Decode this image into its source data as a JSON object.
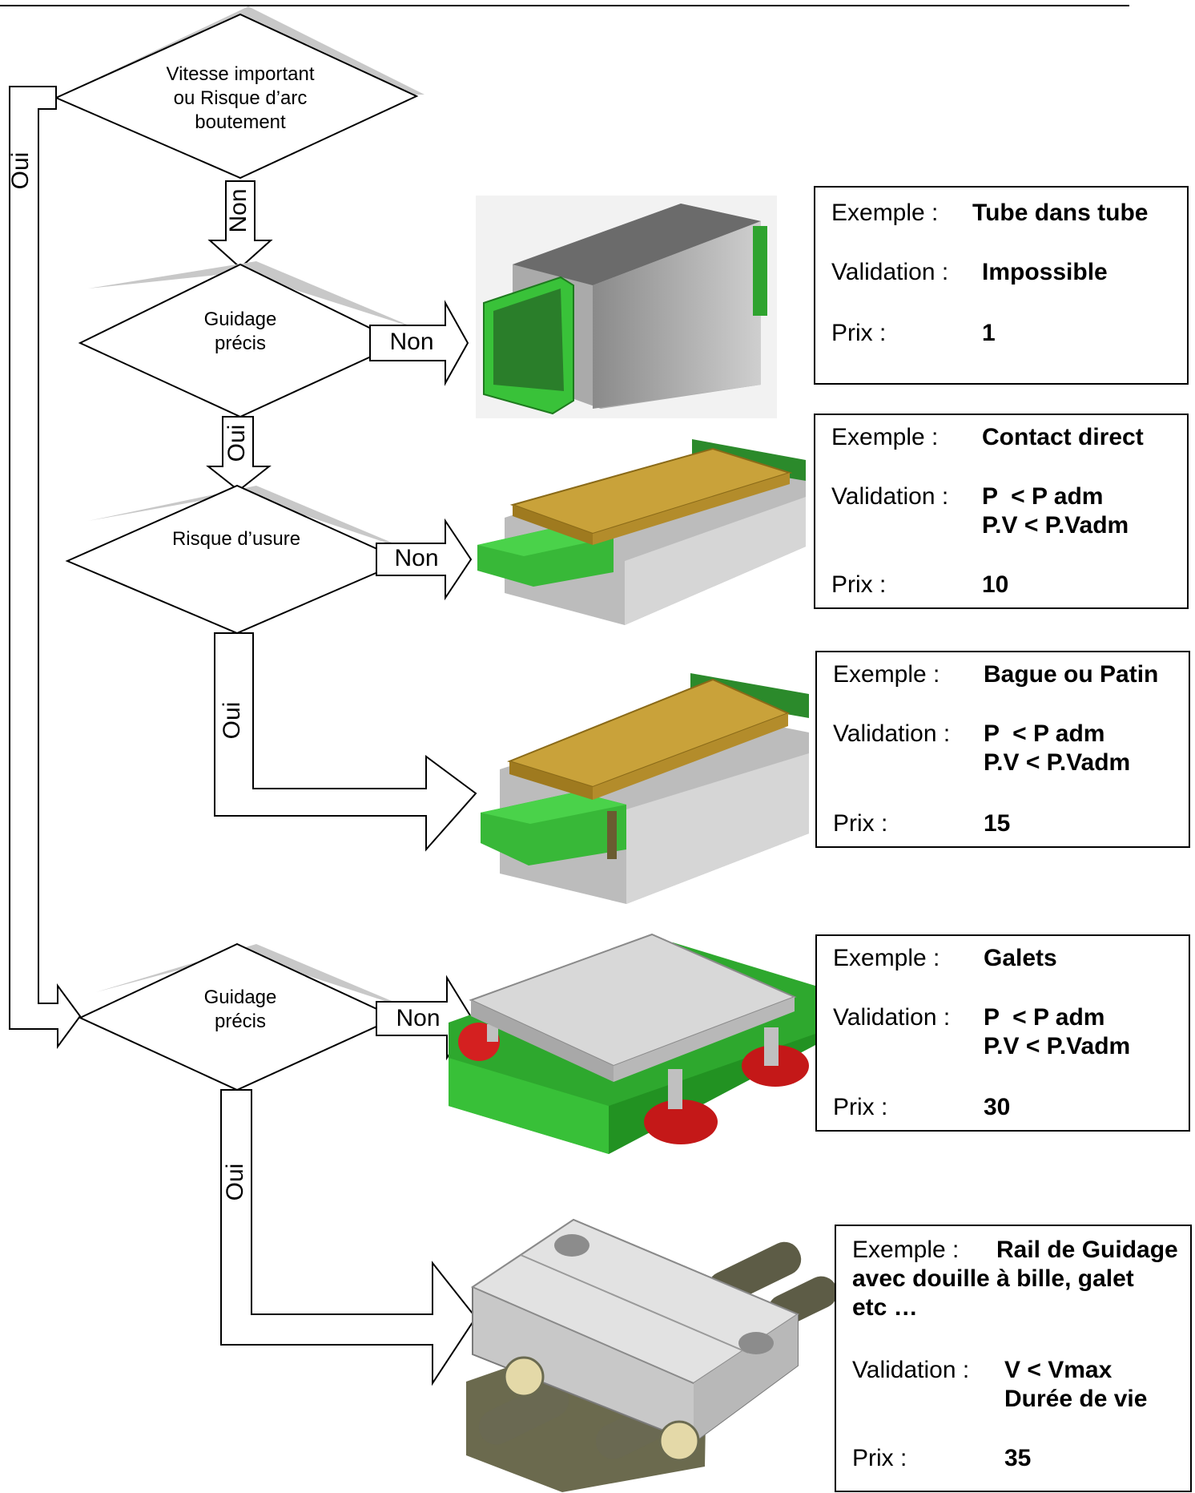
{
  "flow": {
    "d1": [
      "Vitesse important",
      "ou Risque d’arc",
      "boutement"
    ],
    "d2": [
      "Guidage",
      "précis"
    ],
    "d3": "Risque d’usure",
    "d4": [
      "Guidage",
      "précis"
    ],
    "oui": "Oui",
    "non": "Non"
  },
  "cards": [
    {
      "ex_label": "Exemple :",
      "ex_value": "Tube dans tube",
      "val_label": "Validation :",
      "val_lines": [
        "Impossible"
      ],
      "prix_label": "Prix :",
      "prix_value": "1"
    },
    {
      "ex_label": "Exemple :",
      "ex_value": "Contact direct",
      "val_label": "Validation :",
      "val_lines": [
        "P  < P adm",
        "P.V < P.Vadm"
      ],
      "prix_label": "Prix :",
      "prix_value": "10"
    },
    {
      "ex_label": "Exemple :",
      "ex_value": "Bague ou Patin",
      "val_label": "Validation :",
      "val_lines": [
        "P  < P adm",
        "P.V < P.Vadm"
      ],
      "prix_label": "Prix :",
      "prix_value": "15"
    },
    {
      "ex_label": "Exemple :",
      "ex_value": "Galets",
      "val_label": "Validation :",
      "val_lines": [
        "P  < P adm",
        "P.V < P.Vadm"
      ],
      "prix_label": "Prix :",
      "prix_value": "30"
    },
    {
      "ex_label": "Exemple :",
      "ex_value_lines": [
        "Rail de Guidage",
        "avec douille à bille, galet",
        "etc …"
      ],
      "val_label": "Validation :",
      "val_lines": [
        "V < Vmax",
        "Durée de vie"
      ],
      "prix_label": "Prix :",
      "prix_value": "35"
    }
  ],
  "colors": {
    "green": "#3cc43c",
    "gold": "#c89a2a",
    "gray": "#c8c8c8",
    "red": "#d42020",
    "olive": "#6b6a4e"
  }
}
